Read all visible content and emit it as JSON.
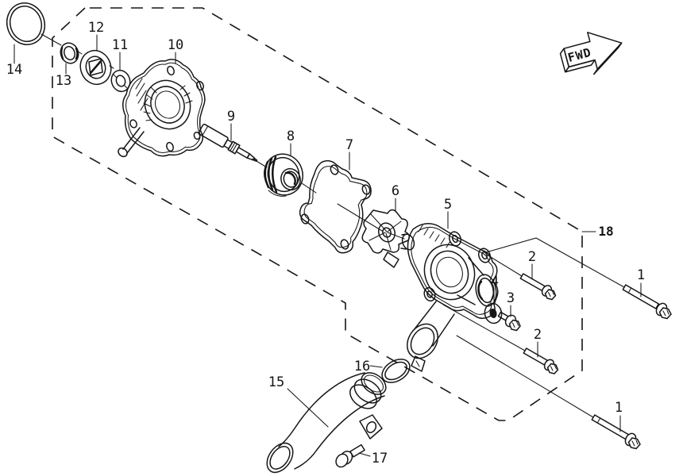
{
  "diagram": {
    "kind": "exploded-parts-line-drawing",
    "background_color": "#ffffff",
    "line_color": "#161616",
    "marker": {
      "label": "FWD"
    },
    "callouts": [
      {
        "num": "1"
      },
      {
        "num": "1"
      },
      {
        "num": "2"
      },
      {
        "num": "2"
      },
      {
        "num": "3"
      },
      {
        "num": "4"
      },
      {
        "num": "5"
      },
      {
        "num": "6"
      },
      {
        "num": "7"
      },
      {
        "num": "8"
      },
      {
        "num": "9"
      },
      {
        "num": "10"
      },
      {
        "num": "11"
      },
      {
        "num": "12"
      },
      {
        "num": "13"
      },
      {
        "num": "14"
      },
      {
        "num": "15"
      },
      {
        "num": "16"
      },
      {
        "num": "17"
      },
      {
        "num": "18"
      }
    ]
  }
}
